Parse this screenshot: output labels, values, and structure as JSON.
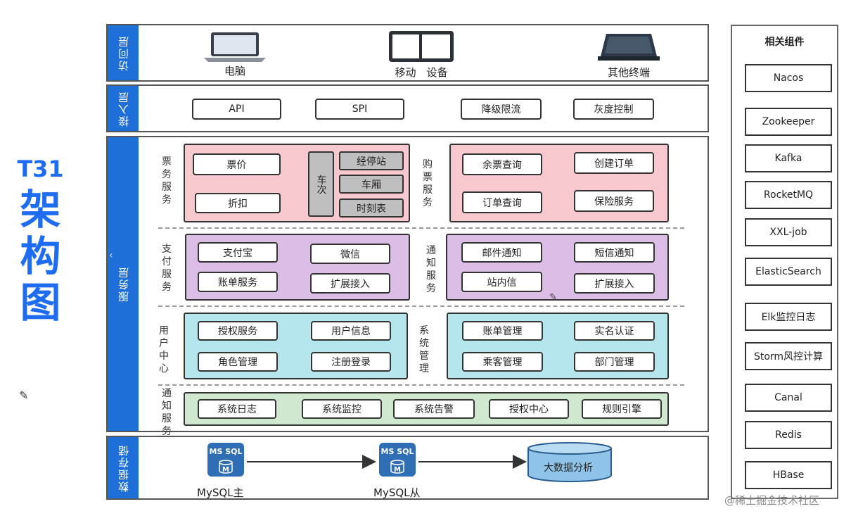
{
  "title": {
    "code": "T31",
    "chars": [
      "架",
      "构",
      "图"
    ]
  },
  "colors": {
    "layer_label": "#1f6fd8",
    "title": "#1d6cf2",
    "pink": "#f7c9cf",
    "purple": "#dcbde6",
    "cyan": "#b5e6ee",
    "green": "#cfe8cf",
    "db_blue": "#2f6db5"
  },
  "layers": {
    "access": {
      "label": "访问层",
      "devices": [
        {
          "icon": "laptop-icon",
          "label": "电脑"
        },
        {
          "icon": "tablet-icon",
          "label": "移动　设备"
        },
        {
          "icon": "terminal-icon",
          "label": "其他终端"
        }
      ]
    },
    "gateway": {
      "label": "接入层",
      "items": [
        "API",
        "SPI",
        "降级限流",
        "灰度控制"
      ]
    },
    "service": {
      "label": "服务层",
      "ticket": {
        "label": "票务服务",
        "items": [
          "票价",
          "折扣"
        ],
        "train": "车次",
        "train_items": [
          "经停站",
          "车厢",
          "时刻表"
        ]
      },
      "purchase": {
        "label": "购票服务",
        "items": [
          "余票查询",
          "创建订单",
          "订单查询",
          "保险服务"
        ]
      },
      "payment": {
        "label": "支付服务",
        "items": [
          "支付宝",
          "微信",
          "账单服务",
          "扩展接入"
        ]
      },
      "notify": {
        "label": "通知服务",
        "items": [
          "邮件通知",
          "短信通知",
          "站内信",
          "扩展接入"
        ]
      },
      "user": {
        "label": "用户中心",
        "items": [
          "授权服务",
          "用户信息",
          "角色管理",
          "注册登录"
        ]
      },
      "system": {
        "label": "系统管理",
        "items": [
          "账单管理",
          "实名认证",
          "乘客管理",
          "部门管理"
        ]
      },
      "notify2": {
        "label": "通知服务",
        "items": [
          "系统日志",
          "系统监控",
          "系统告警",
          "授权中心",
          "规则引擎"
        ]
      }
    },
    "storage": {
      "label": "数据存储",
      "db_label": "MS SQL",
      "db_letter": "M",
      "master": "MySQL主",
      "slave": "MySQL从",
      "bigdata": "大数据分析"
    }
  },
  "sidebar": {
    "title": "相关组件",
    "items": [
      "Nacos",
      "Zookeeper",
      "Kafka",
      "RocketMQ",
      "XXL-job",
      "ElasticSearch",
      "Elk监控日志",
      "Storm风控计算",
      "Canal",
      "Redis",
      "HBase"
    ]
  },
  "watermark": "@稀土掘金技术社区"
}
